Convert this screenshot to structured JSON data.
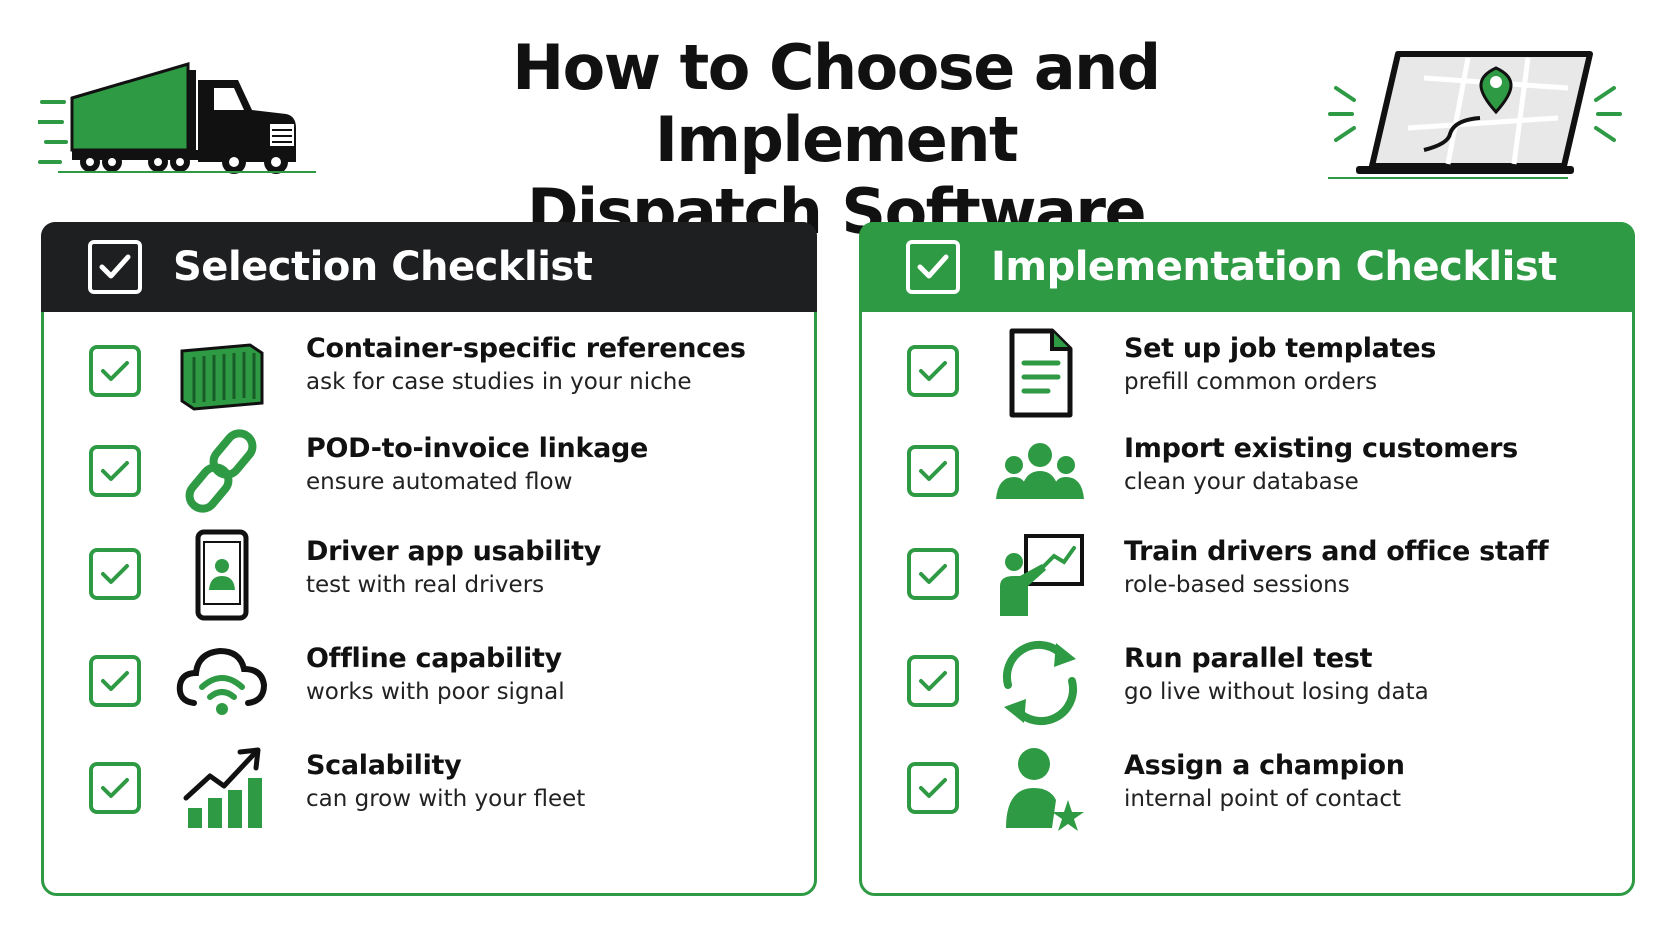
{
  "title": {
    "line1": "How to Choose and Implement",
    "line2": "Dispatch Software"
  },
  "colors": {
    "accent": "#2f9a44",
    "dark": "#1e1f21"
  },
  "selection": {
    "heading": "Selection Checklist",
    "items": [
      {
        "title": "Container-specific references",
        "sub": "ask for case studies in your niche",
        "icon": "container-icon"
      },
      {
        "title": "POD-to-invoice linkage",
        "sub": "ensure automated flow",
        "icon": "link-icon"
      },
      {
        "title": "Driver app usability",
        "sub": "test with real drivers",
        "icon": "phone-icon"
      },
      {
        "title": "Offline capability",
        "sub": "works with poor signal",
        "icon": "cloud-wifi-icon"
      },
      {
        "title": "Scalability",
        "sub": "can grow with your fleet",
        "icon": "growth-chart-icon"
      }
    ]
  },
  "implementation": {
    "heading": "Implementation Checklist",
    "items": [
      {
        "title": "Set up job templates",
        "sub": "prefill common orders",
        "icon": "document-icon"
      },
      {
        "title": "Import existing customers",
        "sub": "clean your database",
        "icon": "people-icon"
      },
      {
        "title": "Train drivers and office staff",
        "sub": "role-based sessions",
        "icon": "training-icon"
      },
      {
        "title": "Run parallel test",
        "sub": "go live without losing data",
        "icon": "refresh-icon"
      },
      {
        "title": "Assign a champion",
        "sub": "internal point of contact",
        "icon": "champion-icon"
      }
    ]
  }
}
